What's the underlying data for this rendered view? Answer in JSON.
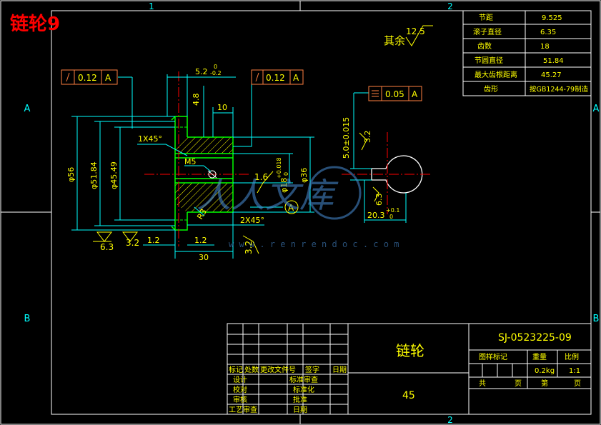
{
  "doc": {
    "label": "链轮9",
    "zone_numbers_top": [
      "1",
      "2"
    ],
    "zone_numbers_bottom": [
      "2"
    ],
    "zone_letters_left": [
      "A",
      "B"
    ],
    "zone_letters_right": [
      "A",
      "B"
    ]
  },
  "params": [
    {
      "name": "节距",
      "value": "9.525"
    },
    {
      "name": "滚子直径",
      "value": "6.35"
    },
    {
      "name": "齿数",
      "value": "18"
    },
    {
      "name": "节圆直径",
      "value": "51.84"
    },
    {
      "name": "最大齿根距离",
      "value": "45.27"
    },
    {
      "name": "齿形",
      "value": "按GB1244-79制造"
    }
  ],
  "roughness_note": {
    "text": "其余",
    "value": "12.5"
  },
  "dimensions": {
    "runout1": "0.12",
    "runout1_datum": "A",
    "runout2": "0.12",
    "runout2_datum": "A",
    "width_main": "5.2",
    "width_tol": "0",
    "width_tol_low": "-0.2",
    "d4_8": "4.8",
    "d10": "10",
    "chamfer1": "1X45°",
    "chamfer2": "2X45°",
    "thread": "M5",
    "dia56": "φ56",
    "dia51": "φ51.84",
    "dia45": "φ45.49",
    "dia36": "φ36",
    "dia18": "φ18",
    "dia18_tol_up": "+0.018",
    "dia18_tol_low": "0",
    "r_val": "R3",
    "len30": "30",
    "len1_2a": "1.2",
    "len1_2b": "1.2",
    "rough6_3a": "6.3",
    "rough3_2a": "3.2",
    "rough1_6": "1.6",
    "rough3_2b": "3.2",
    "datum_a": "A",
    "sym_val": "0.05",
    "sym_datum": "A",
    "key_width": "5.0±0.015",
    "key_depth": "20.3",
    "key_depth_tol_up": "+0.1",
    "key_depth_tol_low": "0",
    "rough3_2c": "3.2",
    "rough6_3b": "6.3"
  },
  "title_block": {
    "part_name": "链轮",
    "material": "45",
    "drawing_no": "SJ-0523225-09",
    "headers": [
      "图样标记",
      "重量",
      "比例"
    ],
    "weight": "0.2kg",
    "scale": "1:1",
    "sheet_row": [
      "共",
      "页",
      "第",
      "页"
    ],
    "rev_headers": [
      "标记",
      "处数",
      "更改文件号",
      "签字",
      "日期"
    ],
    "sign_left": [
      "设计",
      "校对",
      "审核",
      "工艺审查"
    ],
    "sign_right": [
      "标准审查",
      "批准",
      "日期"
    ],
    "sign_right_mid": "标准化"
  },
  "watermark": {
    "text": "人人文库",
    "url": "w w w . r e n r e n d o c . c o m"
  },
  "colors": {
    "frame": "#ffffff",
    "outline": "#00ff00",
    "dimension": "#00ffff",
    "hatch": "#ffff00",
    "centerline": "#ff0000",
    "text_yellow": "#ffff00",
    "label_red": "#ff0000",
    "gdt_box": "#ff8040",
    "watermark": "#4a90d9"
  }
}
